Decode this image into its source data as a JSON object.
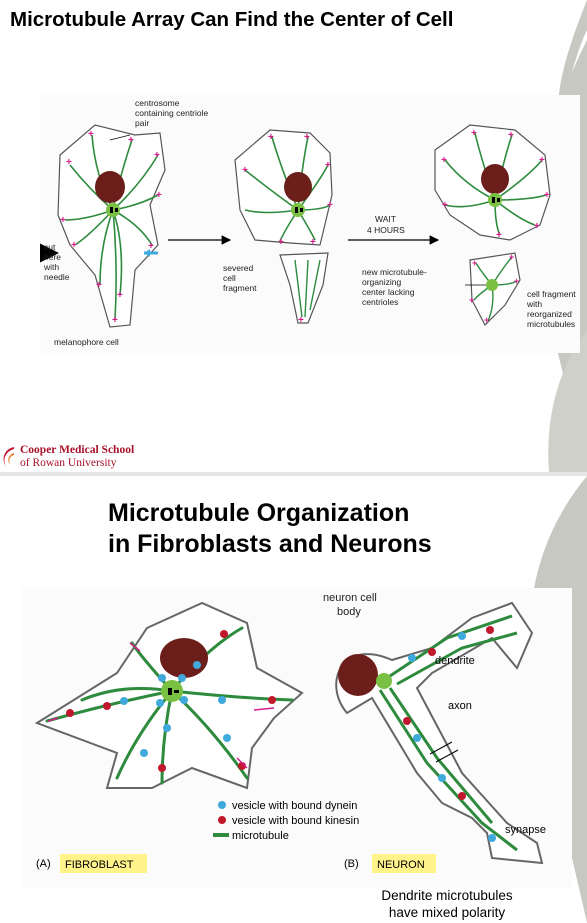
{
  "slide1": {
    "title": "Microtubule Array Can Find the Center of Cell",
    "labels": {
      "centrosome": [
        "centrosome",
        "containing centriole",
        "pair"
      ],
      "cut": [
        "cut",
        "here",
        "with",
        "needle"
      ],
      "severed": [
        "severed",
        "cell",
        "fragment"
      ],
      "wait": [
        "WAIT",
        "4 HOURS"
      ],
      "new_mtoc": [
        "new microtubule-",
        "organizing",
        "center lacking",
        "centrioles"
      ],
      "reorganized": [
        "cell fragment",
        "with",
        "reorganized",
        "microtubules"
      ],
      "melanophore": "melanophore cell"
    }
  },
  "logo": {
    "name": "Cooper Medical School",
    "sub": "of Rowan University"
  },
  "slide2": {
    "title_lines": [
      "Microtubule Organization",
      "in Fibroblasts and Neurons"
    ],
    "labels": {
      "neuron_body": [
        "neuron cell",
        "body"
      ],
      "dendrite": "dendrite",
      "axon": "axon",
      "synapse": "synapse",
      "legend_dynein": "vesicle with bound dynein",
      "legend_kinesin": "vesicle with bound kinesin",
      "legend_mt": "microtubule",
      "panel_a_letter": "(A)",
      "panel_a": "FIBROBLAST",
      "panel_b_letter": "(B)",
      "panel_b": "NEURON"
    },
    "note_lines": [
      "Dendrite microtubules",
      "have mixed polarity"
    ]
  },
  "colors": {
    "microtubule": "#2e8b3e",
    "centrosome": "#7ac143",
    "nucleus": "#6b1e1a",
    "plus_end": "#d81b8c",
    "dynein": "#3fa9dc",
    "kinesin": "#c0182c",
    "arrow_blue": "#3fa9dc",
    "highlight": "#fff38a",
    "swoosh": "#c8c8c2"
  }
}
